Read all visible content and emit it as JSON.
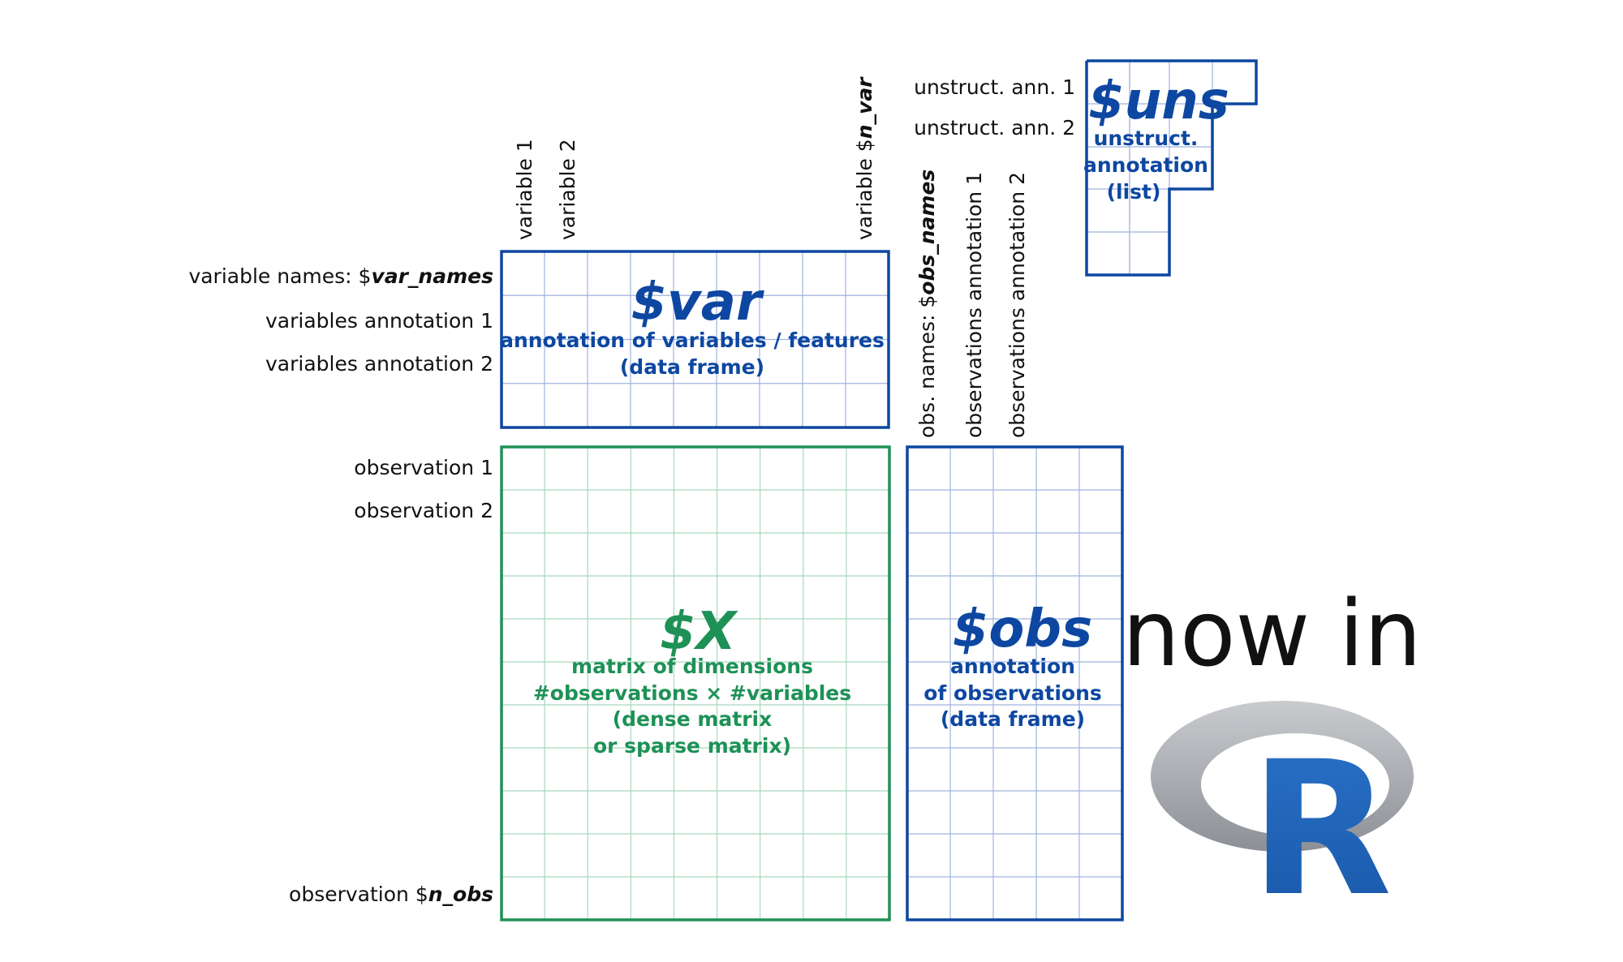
{
  "colors": {
    "blue": "#0d47a1",
    "grid_blue": "#9fb3df",
    "green": "#1e9156",
    "grid_green": "#a8d8bd",
    "text": "#111111",
    "r_blue": "#1f63b8",
    "r_ring": "#b5b7bc"
  },
  "uns": {
    "title": "$uns",
    "desc_1": "unstruct.",
    "desc_2": "annotation",
    "desc_3": "(list)",
    "label_1": "unstruct. ann. 1",
    "label_2": "unstruct. ann. 2"
  },
  "var": {
    "title": "$var",
    "desc_1": "annotation of variables / features",
    "desc_2": "(data frame)",
    "names_label_prefix": "variable names: $",
    "names_label_em": "var_names",
    "row_label_1": "variables annotation 1",
    "row_label_2": "variables annotation 2",
    "col_label_1": "variable 1",
    "col_label_2": "variable 2",
    "col_label_n_prefix": "variable $",
    "col_label_n_em": "n_var"
  },
  "x": {
    "title": "$X",
    "desc_1": "matrix of dimensions",
    "desc_2": "#observations × #variables",
    "desc_3": "(dense matrix",
    "desc_4": "or sparse matrix)",
    "row_label_1": "observation 1",
    "row_label_2": "observation 2",
    "row_label_n_prefix": "observation $",
    "row_label_n_em": "n_obs"
  },
  "obs": {
    "title": "$obs",
    "desc_1": "annotation",
    "desc_2": "of observations",
    "desc_3": "(data frame)",
    "names_label_prefix": "obs. names: $",
    "names_label_em": "obs_names",
    "col_label_1": "observations annotation 1",
    "col_label_2": "observations annotation 2"
  },
  "tagline": "now in",
  "logo_letter": "R"
}
